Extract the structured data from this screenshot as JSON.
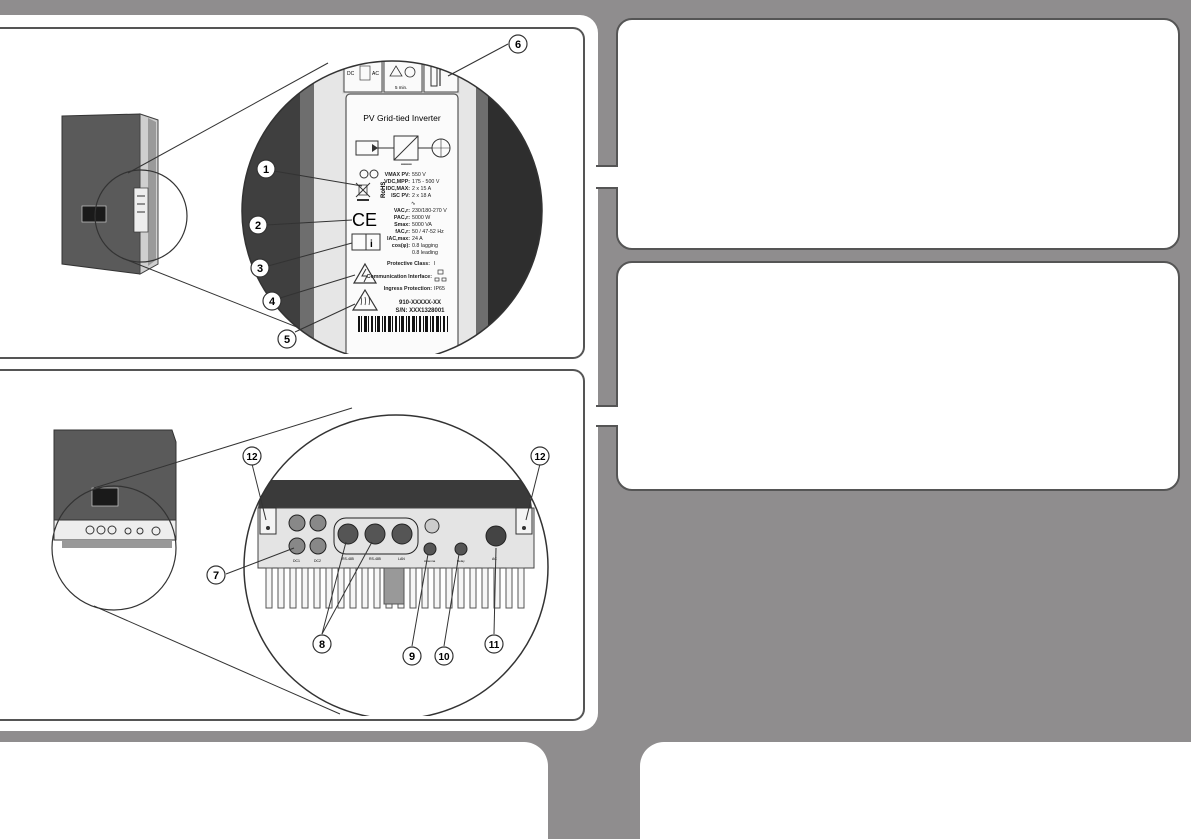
{
  "label": {
    "title": "PV Grid-tied Inverter",
    "dc_label": "DC",
    "ac_label": "AC",
    "wait_time": "5 min.",
    "rohs": "RoHS",
    "dc_symbol": "═══",
    "ac_symbol": "∿",
    "specs_dc": [
      {
        "name": "VMAX PV:",
        "value": "550 V"
      },
      {
        "name": "VDC,MPP:",
        "value": "175 - 500 V"
      },
      {
        "name": "IDC,MAX:",
        "value": "2 x 15 A"
      },
      {
        "name": "ISC PV:",
        "value": "2 x 18 A"
      }
    ],
    "specs_ac": [
      {
        "name": "VAC,r:",
        "value": "230/180-270 V"
      },
      {
        "name": "PAC,r:",
        "value": "5000 W"
      },
      {
        "name": "Smax:",
        "value": "5000 VA"
      },
      {
        "name": "fAC,r:",
        "value": "50 / 47-52 Hz"
      },
      {
        "name": "IAC,max:",
        "value": "24 A"
      },
      {
        "name": "cos(φ):",
        "value": "0.8 lagging"
      },
      {
        "name": "",
        "value": "0.8 leading"
      }
    ],
    "protective_class_label": "Protective Class:",
    "protective_class_value": "I",
    "comm_interface_label": "Communication Interface:",
    "ingress_label": "Ingress Protection:",
    "ingress_value": "IP65",
    "model": "910-XXXXX-XX",
    "serial": "S/N: XXX1328001"
  },
  "callouts": [
    "1",
    "2",
    "3",
    "4",
    "5",
    "6",
    "7",
    "8",
    "9",
    "10",
    "11",
    "12",
    "12"
  ],
  "connectors": {
    "dc1": "DC1",
    "dc2": "DC2",
    "rs485_in": "RS-485",
    "rs485_out": "RS-485",
    "lan": "LAN",
    "antenna": "Antenna",
    "relay": "Relay",
    "ac": "AC"
  }
}
